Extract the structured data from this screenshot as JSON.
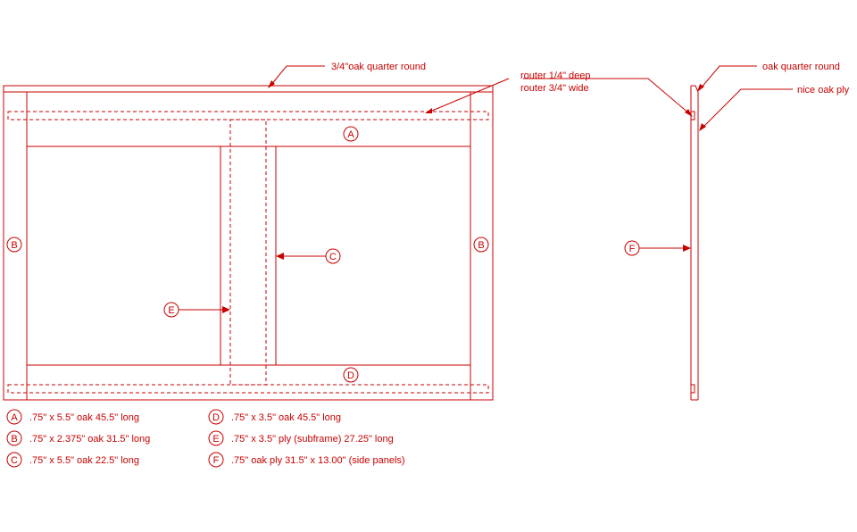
{
  "colors": {
    "line": "#c80000",
    "background": "#ffffff"
  },
  "callouts": {
    "quarter_round_front": "3/4\"oak quarter round",
    "router_depth": "router 1/4\" deep",
    "router_width": "router 3/4\" wide",
    "quarter_round_side": "oak quarter round",
    "nice_oak_ply": "nice oak ply"
  },
  "markers": {
    "A": "A",
    "B": "B",
    "C": "C",
    "D": "D",
    "E": "E",
    "F": "F"
  },
  "legend": [
    {
      "key": "A",
      "text": ".75\" x 5.5\" oak 45.5\" long"
    },
    {
      "key": "B",
      "text": ".75\" x 2.375\" oak 31.5\" long"
    },
    {
      "key": "C",
      "text": ".75\" x 5.5\" oak 22.5\" long"
    },
    {
      "key": "D",
      "text": ".75\" x 3.5\" oak 45.5\" long"
    },
    {
      "key": "E",
      "text": ".75\" x 3.5\" ply (subframe) 27.25\" long"
    },
    {
      "key": "F",
      "text": ".75\" oak ply 31.5\" x 13.00\" (side panels)"
    }
  ]
}
